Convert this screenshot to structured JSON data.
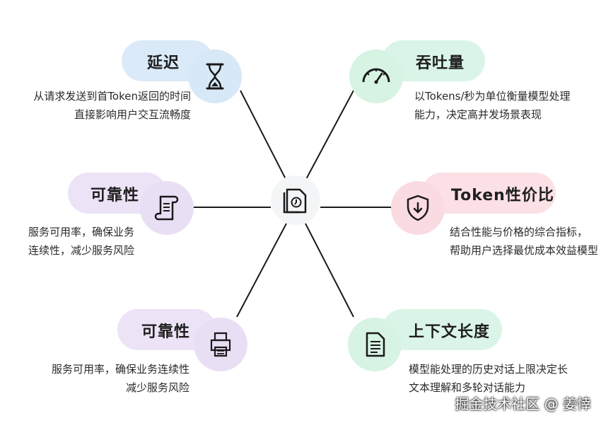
{
  "nodes": {
    "latency": {
      "title": "延迟",
      "lines": [
        "从请求发送到首Token返回的时间",
        "直接影响用户交互流畅度"
      ],
      "icon": "hourglass-icon",
      "color": "#dbeaf8"
    },
    "throughput": {
      "title": "吞吐量",
      "lines": [
        "以Tokens/秒为单位衡量模型处理",
        "能力，决定高并发场景表现"
      ],
      "icon": "speedometer-icon",
      "color": "#daf5e7"
    },
    "reliability_top": {
      "title": "可靠性",
      "lines": [
        "服务可用率，确保业务",
        "连续性，减少服务风险"
      ],
      "icon": "scroll-icon",
      "color": "#ece3f7"
    },
    "cost_performance": {
      "title": "Token性价比",
      "lines": [
        "结合性能与价格的综合指标，",
        "帮助用户选择最优成本效益模型"
      ],
      "icon": "shield-icon",
      "color": "#fbe0e6"
    },
    "reliability_bottom": {
      "title": "可靠性",
      "lines": [
        "服务可用率，确保业务连续性",
        "减少服务风险"
      ],
      "icon": "printer-icon",
      "color": "#ece3f7"
    },
    "context_length": {
      "title": "上下文长度",
      "lines": [
        "模型能处理的历史对话上限决定长",
        "文本理解和多轮对话能力"
      ],
      "icon": "document-icon",
      "color": "#daf5e7"
    }
  },
  "center": {
    "icon": "document-clock-icon"
  },
  "watermark": "掘金技术社区 @ 姜悻"
}
